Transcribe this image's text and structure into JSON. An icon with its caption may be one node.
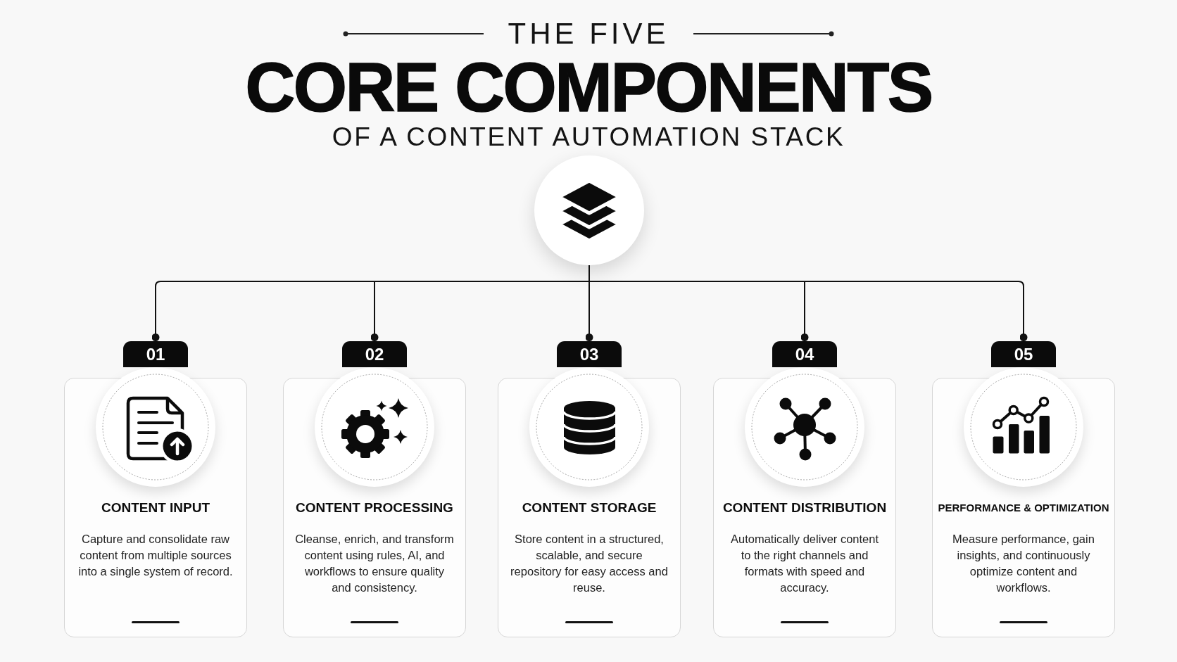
{
  "diagram": {
    "title": "CORE COMPONENTS",
    "nodes": [
      {
        "text": [],
        "shape": "circle"
      },
      {
        "text": [
          "01"
        ]
      },
      {
        "text": [
          "CONTENT INPUT",
          "Capture and consolidate raw content from multiple sources into a single system of record."
        ]
      },
      {
        "text": [
          "02"
        ]
      },
      {
        "text": [
          "CONTENT PROCESSING",
          "Cleanse, enrich, and transform content using rules, AI, and workflows to ensure quality and consistency."
        ]
      },
      {
        "text": [
          "03"
        ]
      },
      {
        "text": [
          "CONTENT STORAGE",
          "Store content in a structured, scalable, and secure repository for easy access and reuse."
        ]
      },
      {
        "text": [
          "04"
        ]
      },
      {
        "text": [
          "CONTENT DISTRIBUTION",
          "Automatically deliver content to the right channels and formats with speed and accuracy."
        ]
      },
      {
        "text": [
          "05"
        ]
      },
      {
        "text": [
          "PERFORMANCE & OPTIMIZATION",
          "Measure performance, gain insights, and continuously optimize content and workflows."
        ]
      }
    ],
    "edges": [
      {
        "from": 0,
        "to": 1,
        "arrow": "other"
      },
      {
        "from": 0,
        "to": 3,
        "arrow": "other"
      },
      {
        "from": 0,
        "to": 5,
        "arrow": "other"
      },
      {
        "from": 0,
        "to": 7,
        "arrow": "other"
      },
      {
        "from": 0,
        "to": 9,
        "arrow": "other"
      }
    ],
    "labels": [
      "THE FIVE",
      "OF A CONTENT AUTOMATION STACK"
    ]
  }
}
